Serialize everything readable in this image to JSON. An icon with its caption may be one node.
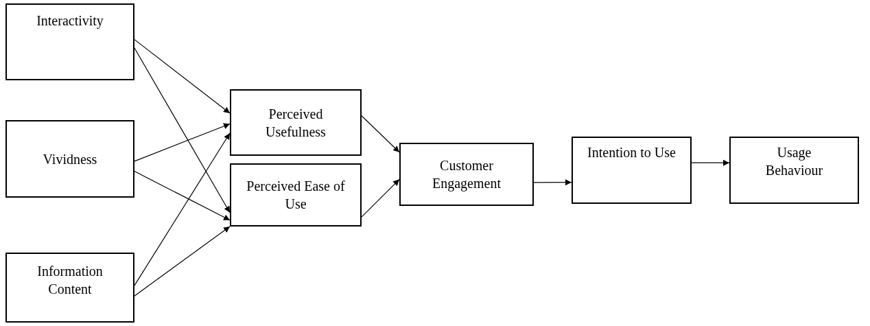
{
  "diagram": {
    "nodes": [
      {
        "text": [
          "Interactivity"
        ]
      },
      {
        "text": [
          "Vividness"
        ]
      },
      {
        "text": [
          "Information Content"
        ]
      },
      {
        "text": [
          "Perceived Usefulness"
        ]
      },
      {
        "text": [
          "Perceived Ease of Use"
        ]
      },
      {
        "text": [
          "Customer Engagement"
        ]
      },
      {
        "text": [
          "Intention to Use"
        ]
      },
      {
        "text": [
          "Usage Behaviour"
        ]
      }
    ],
    "edges": [
      {
        "from": 0,
        "to": 3,
        "arrow": "to"
      },
      {
        "from": 0,
        "to": 4,
        "arrow": "to"
      },
      {
        "from": 1,
        "to": 3,
        "arrow": "to"
      },
      {
        "from": 1,
        "to": 4,
        "arrow": "to"
      },
      {
        "from": 2,
        "to": 3,
        "arrow": "to"
      },
      {
        "from": 2,
        "to": 4,
        "arrow": "to"
      },
      {
        "from": 3,
        "to": 5,
        "arrow": "to"
      },
      {
        "from": 4,
        "to": 5,
        "arrow": "to"
      },
      {
        "from": 5,
        "to": 6,
        "arrow": "to"
      },
      {
        "from": 6,
        "to": 7,
        "arrow": "to"
      }
    ]
  }
}
